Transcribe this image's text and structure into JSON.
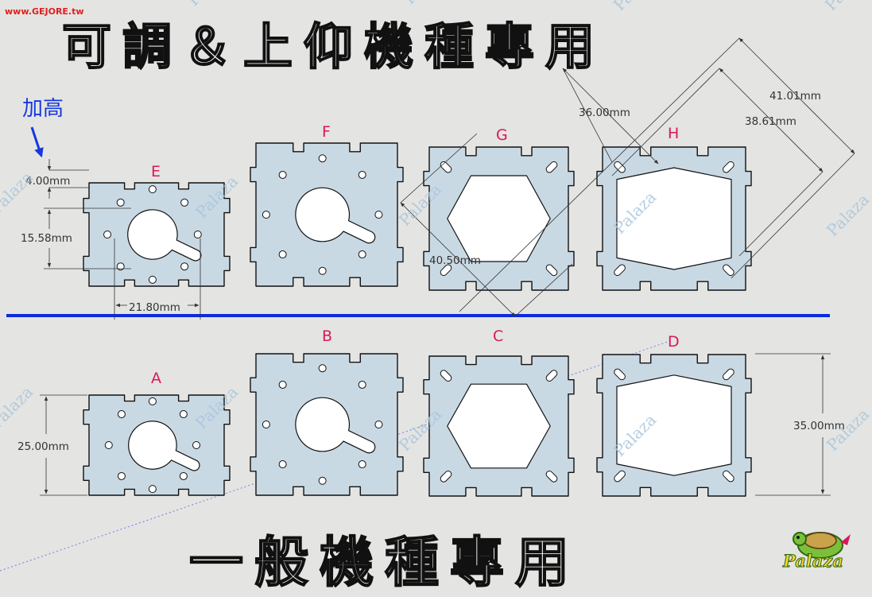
{
  "source_label": "www.GEJORE.tw",
  "title_top": "可調＆上仰機種專用",
  "title_bottom": "一般機種專用",
  "raise_label": "加高",
  "watermark": "Palaza",
  "logo_text": "Palaza",
  "colors": {
    "plate": "#c9d9e4",
    "divider": "#0b2bde",
    "label": "#d8195a",
    "raise": "#1638e0",
    "background": "#e4e4e2"
  },
  "plates": [
    {
      "id": "E",
      "label": "E",
      "group": "top",
      "hole": "round-slot"
    },
    {
      "id": "F",
      "label": "F",
      "group": "top",
      "hole": "round-slot"
    },
    {
      "id": "G",
      "label": "G",
      "group": "top",
      "hole": "hexagon"
    },
    {
      "id": "H",
      "label": "H",
      "group": "top",
      "hole": "octagon"
    },
    {
      "id": "A",
      "label": "A",
      "group": "bottom",
      "hole": "round-slot"
    },
    {
      "id": "B",
      "label": "B",
      "group": "bottom",
      "hole": "round-slot"
    },
    {
      "id": "C",
      "label": "C",
      "group": "bottom",
      "hole": "hexagon"
    },
    {
      "id": "D",
      "label": "D",
      "group": "bottom",
      "hole": "octagon"
    }
  ],
  "dimensions": {
    "e_raise": "4.00mm",
    "e_hole_height": "15.58mm",
    "e_hole_width": "21.80mm",
    "g_diagonal": "40.50mm",
    "h_diagonal_a": "36.00mm",
    "h_diagonal_b": "41.01mm",
    "h_diagonal_c": "38.61mm",
    "a_height": "25.00mm",
    "d_height": "35.00mm"
  }
}
